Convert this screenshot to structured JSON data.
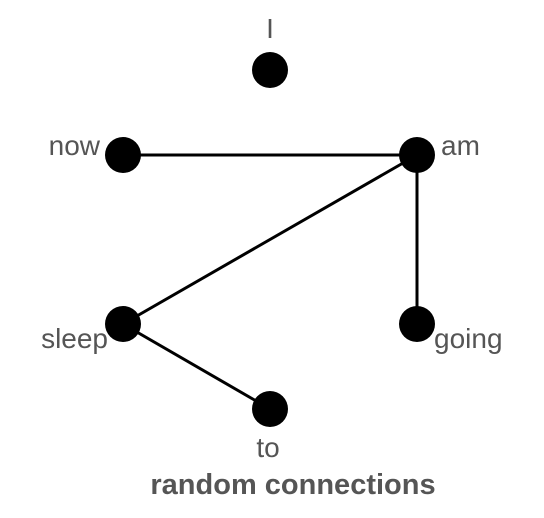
{
  "diagram": {
    "caption": "random connections",
    "nodes": [
      {
        "id": "I",
        "label": "I"
      },
      {
        "id": "now",
        "label": "now"
      },
      {
        "id": "am",
        "label": "am"
      },
      {
        "id": "sleep",
        "label": "sleep"
      },
      {
        "id": "going",
        "label": "going"
      },
      {
        "id": "to",
        "label": "to"
      }
    ],
    "edges": [
      {
        "from": "now",
        "to": "am"
      },
      {
        "from": "am",
        "to": "sleep"
      },
      {
        "from": "am",
        "to": "going"
      },
      {
        "from": "sleep",
        "to": "to"
      }
    ],
    "colors": {
      "node": "#000000",
      "edge": "#000000",
      "text": "#555555",
      "background": "#ffffff"
    }
  }
}
